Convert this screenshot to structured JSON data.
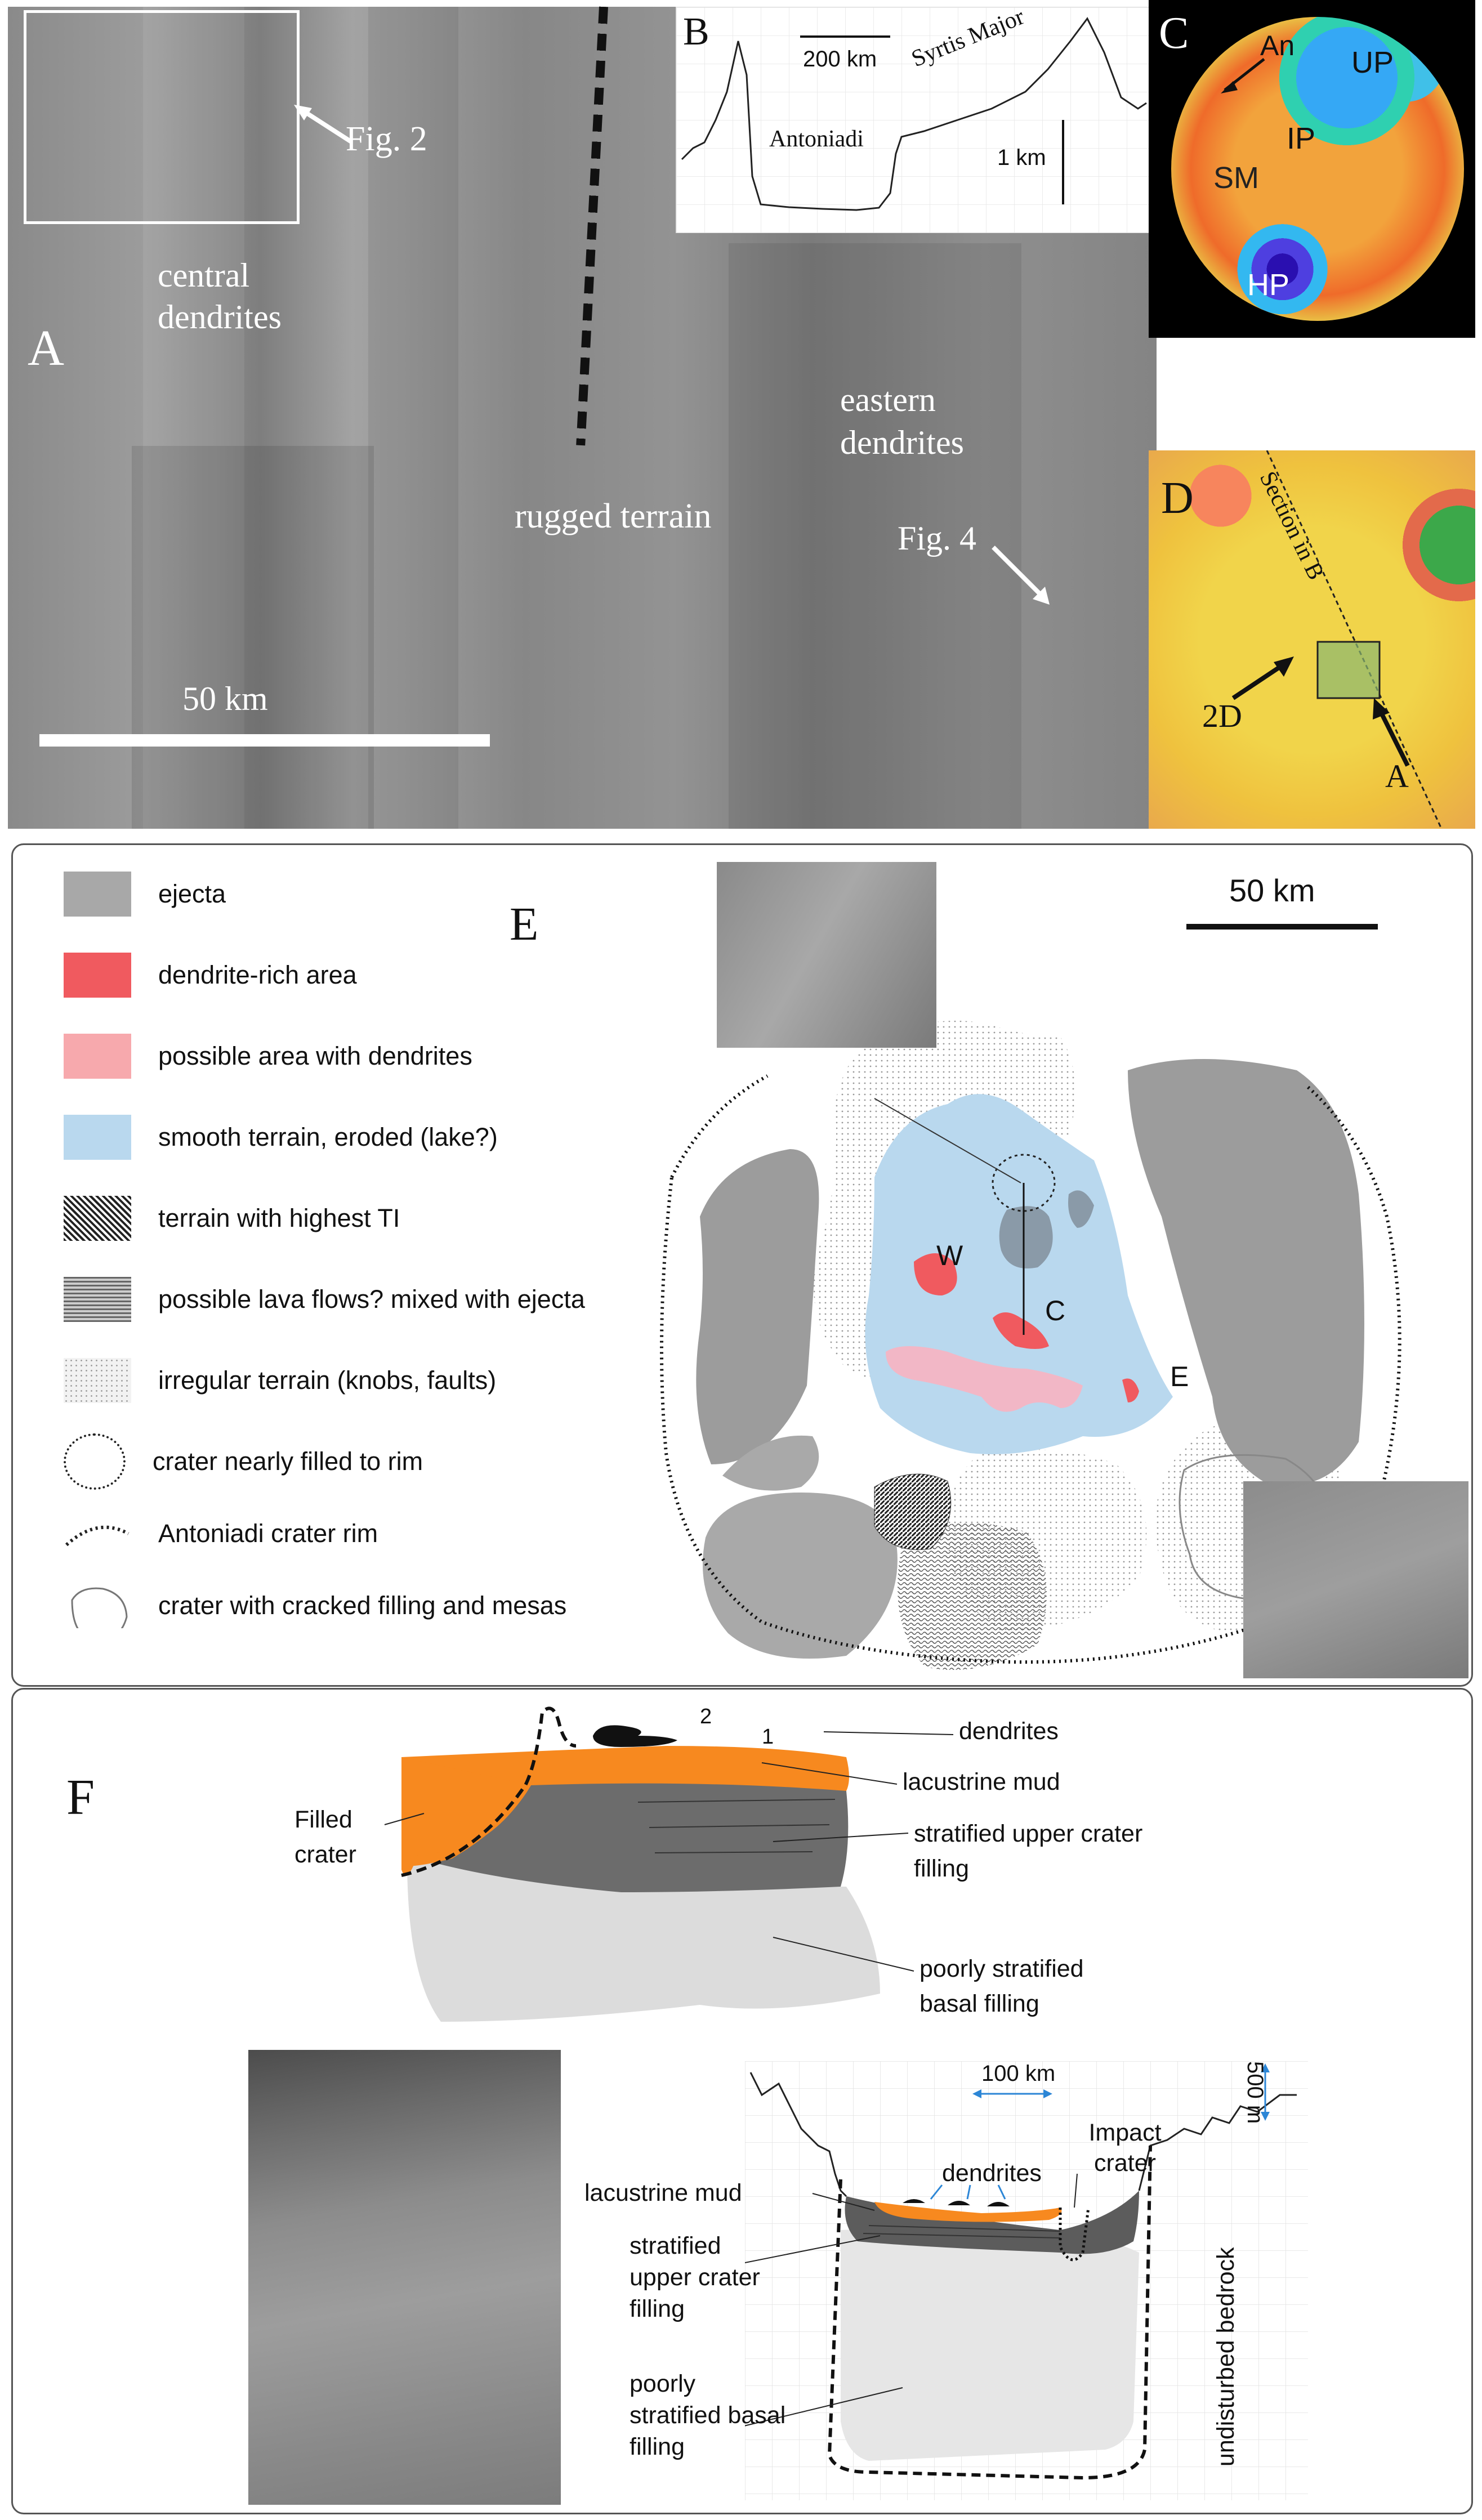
{
  "panelA": {
    "letter": "A",
    "fig2": "Fig. 2",
    "central": "central dendrites",
    "rugged": "rugged terrain",
    "eastern": "eastern dendrites",
    "fig4": "Fig. 4",
    "scale": "50 km"
  },
  "panelB": {
    "letter": "B",
    "scale_h": "200 km",
    "scale_v": "1 km",
    "antoniadi": "Antoniadi",
    "syrtis": "Syrtis Major"
  },
  "panelC": {
    "letter": "C",
    "labels": [
      "An",
      "UP",
      "IP",
      "SM",
      "HP"
    ]
  },
  "panelD": {
    "letter": "D",
    "section": "Section in B",
    "label_2d": "2D",
    "label_a": "A"
  },
  "panelE": {
    "letter": "E",
    "scale": "50 km",
    "legend": [
      {
        "label": "ejecta",
        "color": "#a8a8a8"
      },
      {
        "label": "dendrite-rich area",
        "color": "#f05a5f"
      },
      {
        "label": "possible area with dendrites",
        "color": "#f7a9ad"
      },
      {
        "label": "smooth terrain, eroded (lake?)",
        "color": "#b9d8ee"
      },
      {
        "label": "terrain with highest TI"
      },
      {
        "label": "possible lava flows? mixed with ejecta"
      },
      {
        "label": "irregular terrain (knobs, faults)"
      },
      {
        "label": "crater nearly filled to rim"
      },
      {
        "label": "Antoniadi crater rim"
      },
      {
        "label": "crater with cracked filling and mesas"
      }
    ],
    "map_w": "W",
    "map_c": "C",
    "map_e": "E"
  },
  "panelF": {
    "letter": "F",
    "num1": "1",
    "num2": "2",
    "dendrites": "dendrites",
    "lacustrine": "lacustrine mud",
    "strat_upper": "stratified upper crater filling",
    "poorly_basal": "poorly stratified basal filling",
    "filled_crater": "Filled crater",
    "scale_100": "100 km",
    "scale_500": "500 m",
    "impact_crater": "Impact crater",
    "dendrites2": "dendrites",
    "lacustrine2": "lacustrine mud",
    "strat_upper2": "stratified upper crater filling",
    "poorly_basal2": "poorly stratified basal filling",
    "bedrock": "undisturbed bedrock"
  }
}
